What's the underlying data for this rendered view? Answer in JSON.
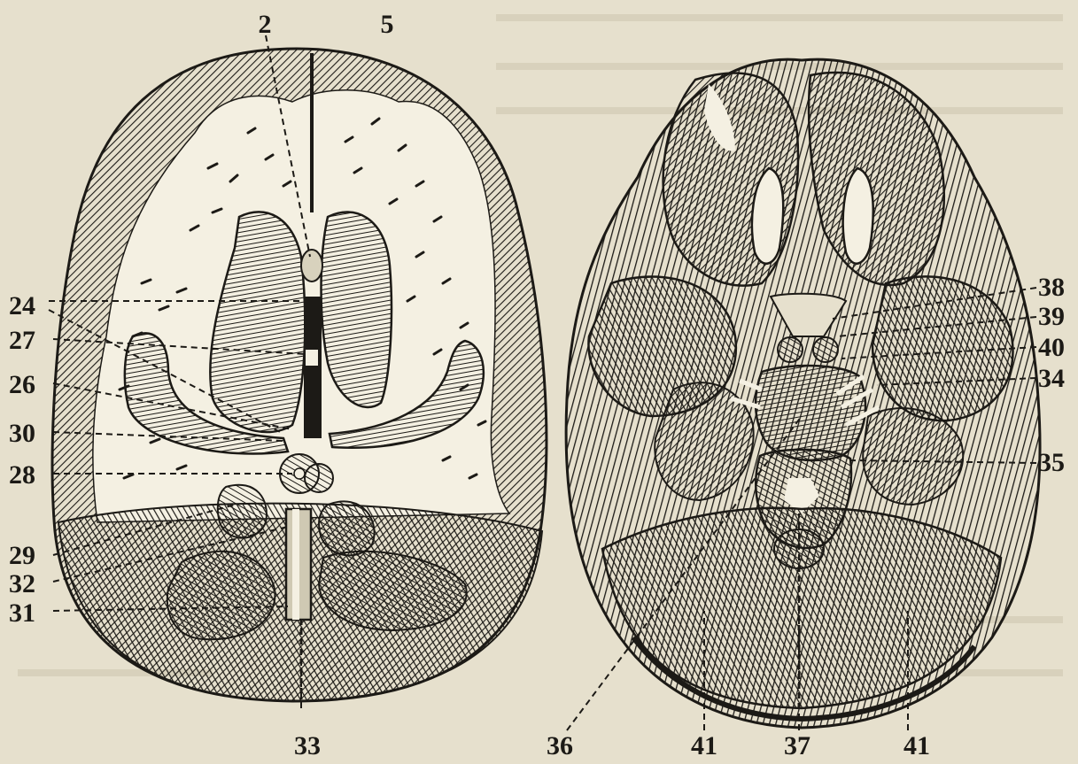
{
  "colors": {
    "paper": "#e6e0cd",
    "ink": "#1c1a16",
    "pale": "#f4f0e2"
  },
  "figure": {
    "top_labels": {
      "l2": "2",
      "l5": "5"
    },
    "left_labels": {
      "l24": "24",
      "l27": "27",
      "l26": "26",
      "l30": "30",
      "l28": "28",
      "l29": "29",
      "l32": "32",
      "l31": "31"
    },
    "right_labels": {
      "l38": "38",
      "l39": "39",
      "l40": "40",
      "l34": "34",
      "l35": "35"
    },
    "bottom_labels": {
      "l33": "33",
      "l36": "36",
      "l41a": "41",
      "l37": "37",
      "l41b": "41"
    }
  }
}
